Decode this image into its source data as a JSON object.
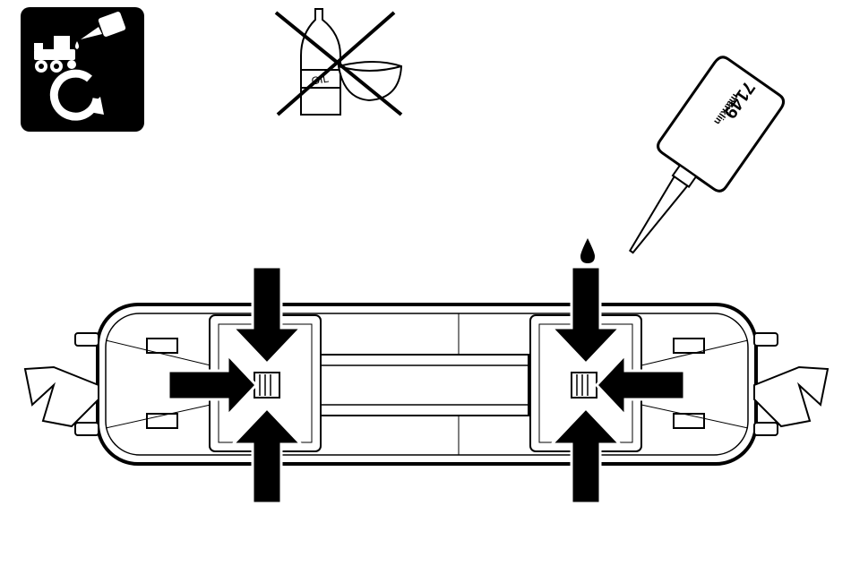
{
  "icons": {
    "maintenance": "locomotive-oiling-maintenance-icon",
    "prohibited": "no-household-oil-icon",
    "oiler": "oiler-bottle-icon",
    "drop": "oil-drop-icon"
  },
  "bottle_label": "OIL",
  "oiler_label": {
    "brand": "märklin",
    "number": "7149"
  },
  "colors": {
    "ink": "#000000",
    "paper": "#ffffff"
  }
}
